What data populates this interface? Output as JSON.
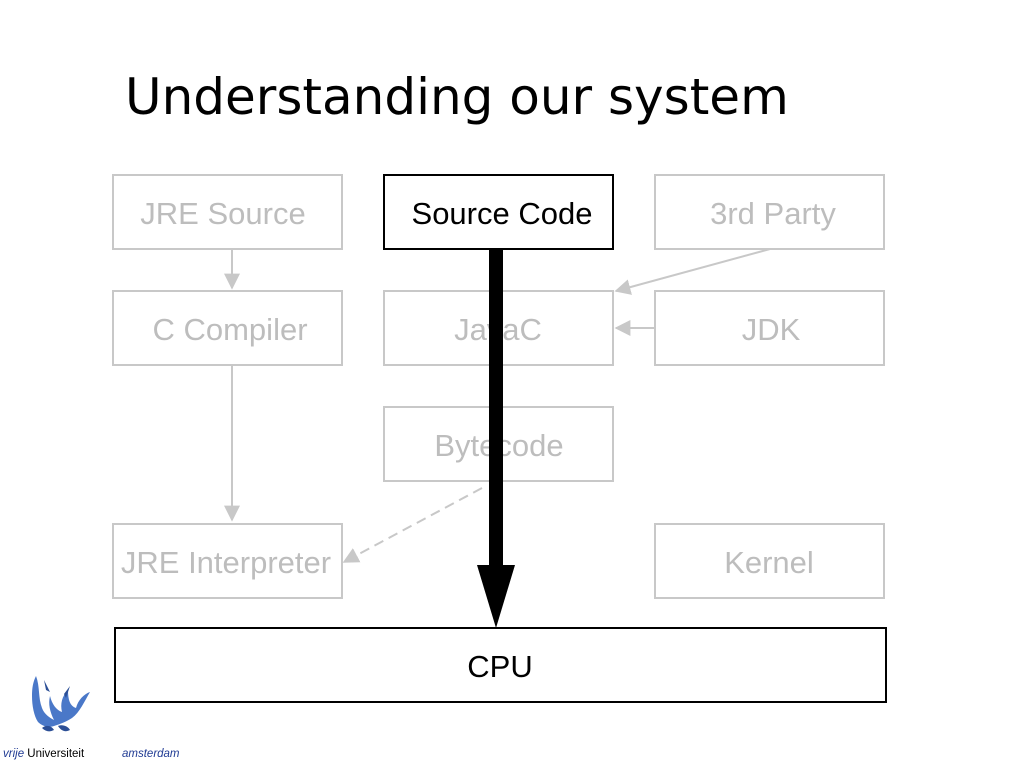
{
  "slide": {
    "title": "Understanding our system"
  },
  "diagram": {
    "boxes": {
      "jre_source": "JRE Source",
      "source_code": "Source Code",
      "third_party": "3rd Party",
      "c_compiler": "C Compiler",
      "javac": "JavaC",
      "jdk": "JDK",
      "bytecode": "Bytecode",
      "jre_interpreter": "JRE Interpreter",
      "kernel": "Kernel",
      "cpu": "CPU"
    },
    "colors": {
      "active": "#000000",
      "faded": "#c8c8c8",
      "faded_text": "#bdbdbd"
    }
  },
  "footer": {
    "vrije": "vrije",
    "universiteit": "Universiteit",
    "amsterdam": "amsterdam",
    "logo_icon": "griffin-logo-icon",
    "logo_color": "#4a78c8"
  }
}
